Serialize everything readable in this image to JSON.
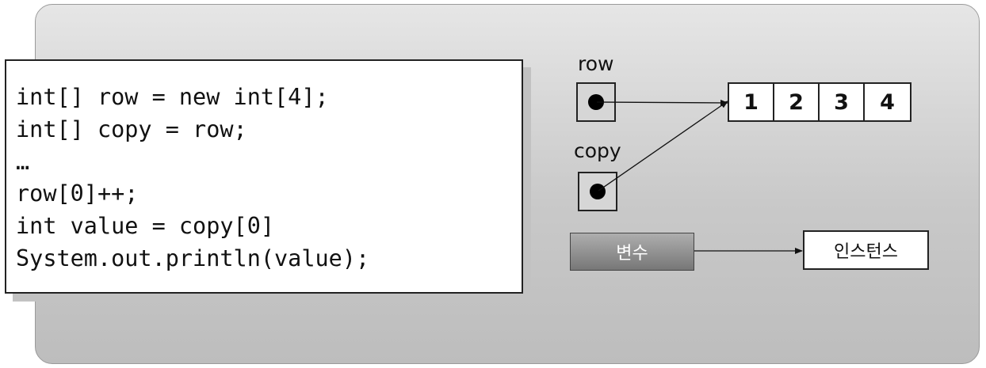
{
  "code": {
    "lines": [
      "int[] row = new int[4];",
      "int[] copy = row;",
      "…",
      "row[0]++;",
      "int value = copy[0]",
      "System.out.println(value);"
    ]
  },
  "variables": {
    "row_label": "row",
    "copy_label": "copy"
  },
  "array": {
    "values": [
      "1",
      "2",
      "3",
      "4"
    ]
  },
  "legend": {
    "variable_label": "변수",
    "instance_label": "인스턴스"
  }
}
